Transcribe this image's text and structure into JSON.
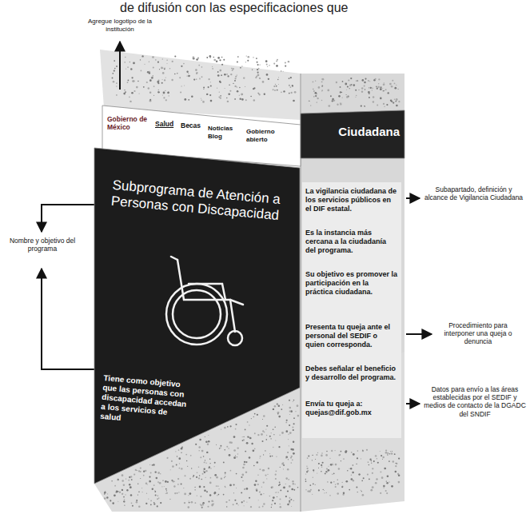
{
  "diagram": {
    "nodes": [
      {
        "text": [
          "Gobierno de México",
          "Salud",
          "Becas",
          "Noticias Blog",
          "Gobierno abierto"
        ]
      },
      {
        "text": [
          "Subprograma de Atención a Personas con Discapacidad",
          "Tiene como objetivo que las personas con discapacidad accedan a los servicios de salud"
        ]
      },
      {
        "text": [
          "Ciudadana"
        ]
      },
      {
        "text": [
          "La vigilancia ciudadana de los servicios públicos en el DIF estatal.",
          "Es la instancia más cercana a la ciudadanía del programa.",
          "Su objetivo es promover la participación en la práctica ciudadana.",
          "Presenta tu queja ante el personal del SEDIF o quien corresponda.",
          "Debes señalar el beneficio y desarrollo del programa.",
          "Envía tu queja a: quejas@dif.gob.mx"
        ]
      }
    ],
    "labels": [
      "de difusión con las especificaciones que",
      "Agregue logotipo de la institución",
      "Nombre y objetivo del programa",
      "Subapartado, definición y alcance de Vigilancia Ciudadana",
      "Procedimiento para interponer una queja o denuncia",
      "Datos para envío a las áreas establecidas por el SEDIF y medios de contacto de la DGADC del SNDIF"
    ]
  }
}
